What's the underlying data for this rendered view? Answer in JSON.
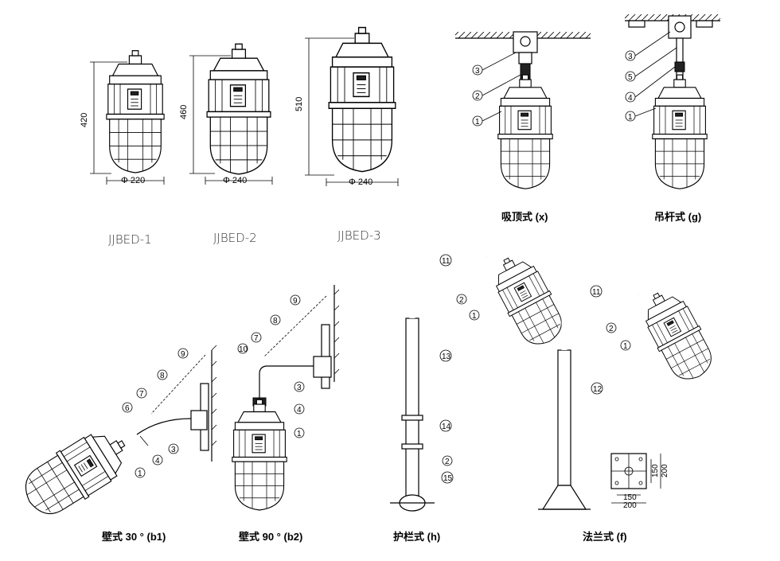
{
  "models": [
    {
      "label": "JJBED-1",
      "height": "420",
      "diameter": "Φ 220"
    },
    {
      "label": "JJBED-2",
      "height": "460",
      "diameter": "Φ 240"
    },
    {
      "label": "JJBED-3",
      "height": "510",
      "diameter": "Φ 240"
    }
  ],
  "mounts": {
    "ceiling": "吸顶式 (x)",
    "pendant": "吊杆式 (g)",
    "wall30": "壁式 30 °  (b1)",
    "wall90": "壁式 90 °  (b2)",
    "rail": "护栏式 (h)",
    "flange": "法兰式 (f)"
  },
  "flange_dims": {
    "w1": "150",
    "w2": "200",
    "h1": "150",
    "h2": "200"
  },
  "callouts": [
    "1",
    "2",
    "3",
    "4",
    "5",
    "6",
    "7",
    "8",
    "9",
    "10",
    "11",
    "12",
    "13",
    "14",
    "15"
  ]
}
